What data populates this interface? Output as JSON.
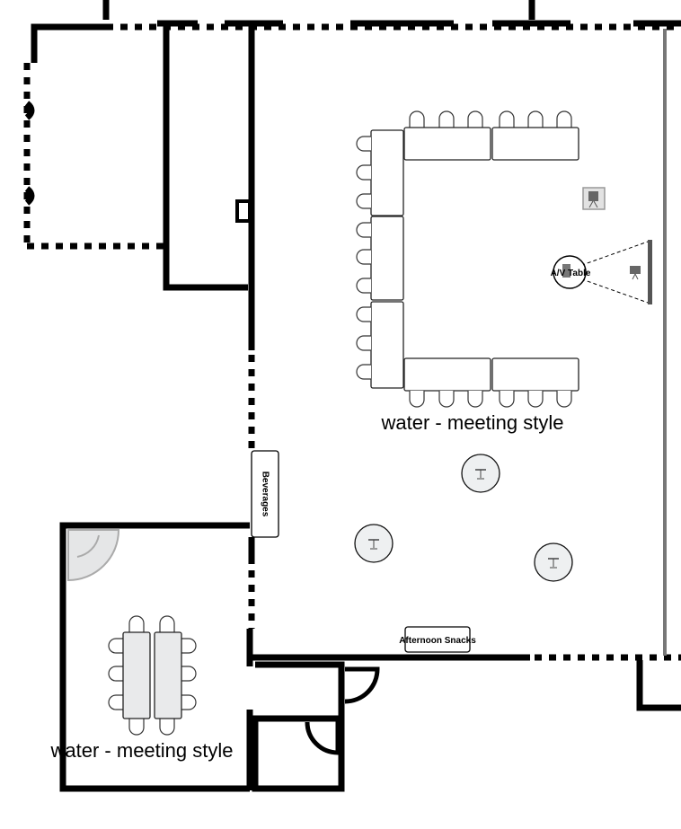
{
  "labels": {
    "main_room_style": "water - meeting style",
    "small_room_style": "water - meeting style",
    "av_table": "A/V Table",
    "beverages": "Beverages",
    "afternoon_snacks": "Afternoon Snacks"
  },
  "colors": {
    "wall": "#000000",
    "screen_wall": "#777777",
    "table_fill": "#ffffff",
    "table_fill_grey": "#e9eaeb",
    "cocktail_fill": "#eef0f1"
  }
}
